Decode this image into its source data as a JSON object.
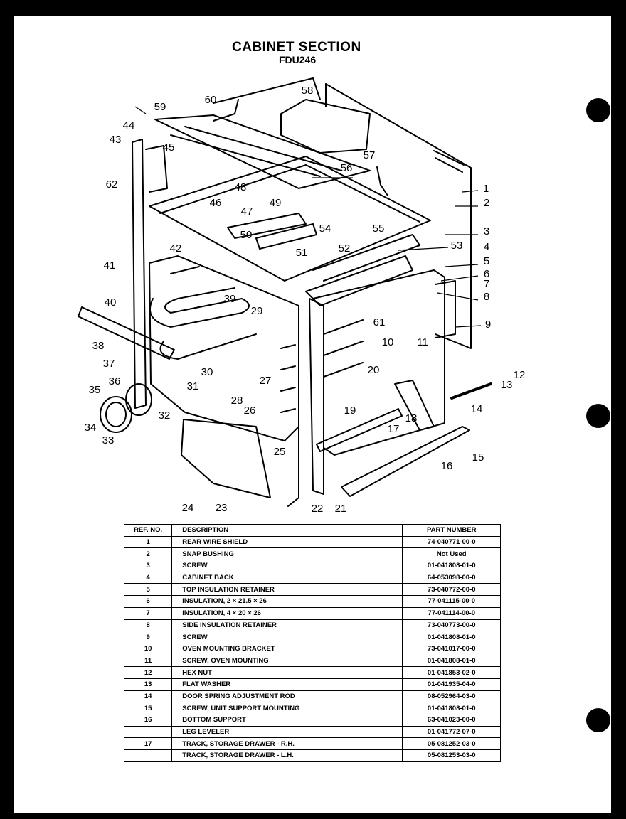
{
  "header": {
    "title": "CABINET SECTION",
    "model": "FDU246"
  },
  "callouts": [
    "1",
    "2",
    "3",
    "4",
    "5",
    "6",
    "7",
    "8",
    "9",
    "10",
    "11",
    "12",
    "13",
    "14",
    "15",
    "16",
    "17",
    "18",
    "19",
    "20",
    "21",
    "22",
    "23",
    "24",
    "25",
    "26",
    "27",
    "28",
    "29",
    "30",
    "31",
    "32",
    "33",
    "34",
    "35",
    "36",
    "37",
    "38",
    "39",
    "40",
    "41",
    "42",
    "43",
    "44",
    "45",
    "46",
    "47",
    "48",
    "49",
    "50",
    "51",
    "52",
    "53",
    "54",
    "55",
    "56",
    "57",
    "58",
    "59",
    "60",
    "61",
    "62"
  ],
  "parts_table": {
    "headers": {
      "ref": "REF. NO.",
      "desc": "DESCRIPTION",
      "pn": "PART NUMBER"
    },
    "rows": [
      {
        "ref": "1",
        "desc": "REAR WIRE SHIELD",
        "pn": "74-040771-00-0"
      },
      {
        "ref": "2",
        "desc": "SNAP BUSHING",
        "pn": "Not Used"
      },
      {
        "ref": "3",
        "desc": "SCREW",
        "pn": "01-041808-01-0"
      },
      {
        "ref": "4",
        "desc": "CABINET BACK",
        "pn": "64-053098-00-0"
      },
      {
        "ref": "5",
        "desc": "TOP INSULATION RETAINER",
        "pn": "73-040772-00-0"
      },
      {
        "ref": "6",
        "desc": "INSULATION, 2 × 21.5 × 26",
        "pn": "77-041115-00-0"
      },
      {
        "ref": "7",
        "desc": "INSULATION, 4 × 20 × 26",
        "pn": "77-041114-00-0"
      },
      {
        "ref": "8",
        "desc": "SIDE INSULATION RETAINER",
        "pn": "73-040773-00-0"
      },
      {
        "ref": "9",
        "desc": "SCREW",
        "pn": "01-041808-01-0"
      },
      {
        "ref": "10",
        "desc": "OVEN MOUNTING BRACKET",
        "pn": "73-041017-00-0"
      },
      {
        "ref": "11",
        "desc": "SCREW, OVEN MOUNTING",
        "pn": "01-041808-01-0"
      },
      {
        "ref": "12",
        "desc": "HEX NUT",
        "pn": "01-041853-02-0"
      },
      {
        "ref": "13",
        "desc": "FLAT WASHER",
        "pn": "01-041935-04-0"
      },
      {
        "ref": "14",
        "desc": "DOOR SPRING ADJUSTMENT ROD",
        "pn": "08-052964-03-0"
      },
      {
        "ref": "15",
        "desc": "SCREW, UNIT SUPPORT MOUNTING",
        "pn": "01-041808-01-0"
      },
      {
        "ref": "16",
        "desc": "BOTTOM SUPPORT",
        "pn": "63-041023-00-0"
      },
      {
        "ref": "",
        "desc": "LEG LEVELER",
        "pn": "01-041772-07-0"
      },
      {
        "ref": "17",
        "desc": "TRACK, STORAGE DRAWER - R.H.",
        "pn": "05-081252-03-0"
      },
      {
        "ref": "",
        "desc": "TRACK, STORAGE DRAWER - L.H.",
        "pn": "05-081253-03-0"
      }
    ]
  }
}
